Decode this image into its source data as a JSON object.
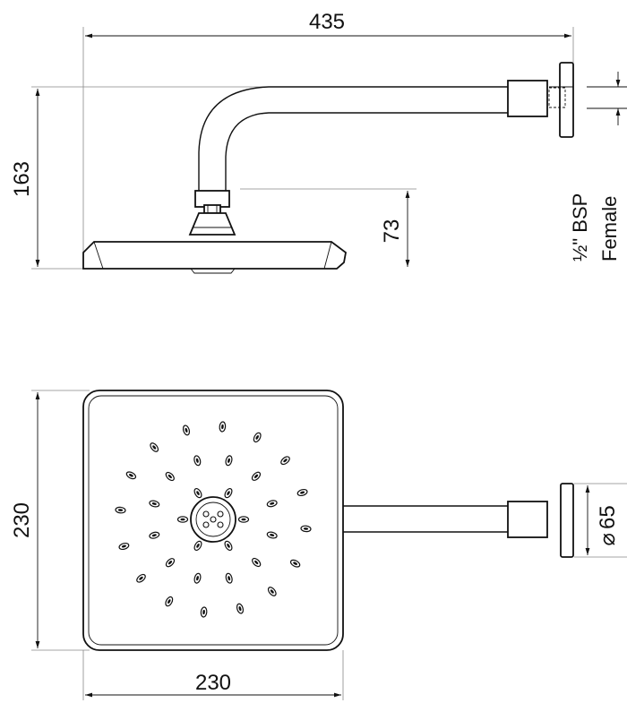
{
  "dimensions": {
    "overall_length": "435",
    "overall_height": "163",
    "drop": "73",
    "head_height": "230",
    "head_width": "230",
    "flange_diameter": "65",
    "diameter_symbol": "⌀"
  },
  "connection_note": {
    "line1": "½\" BSP",
    "line2": "Female"
  }
}
